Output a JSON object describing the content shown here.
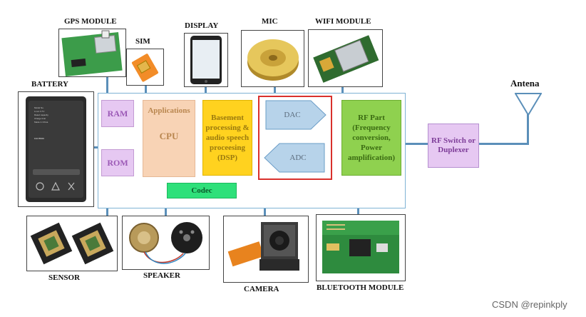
{
  "top_modules": {
    "gps": "GPS MODULE",
    "sim": "SIM",
    "display": "DISPLAY",
    "mic": "MIC",
    "wifi": "WIFI MODULE"
  },
  "left_module": {
    "battery": "BATTERY"
  },
  "bottom_modules": {
    "sensor": "SENSOR",
    "speaker": "SPEAKER",
    "camera": "CAMERA",
    "bluetooth": "BLUETOOTH MODULE"
  },
  "blocks": {
    "ram": "RAM",
    "rom": "ROM",
    "applications": "Applications",
    "cpu": "CPU",
    "dsp": "Basement processing & audio speech proceesing (DSP)",
    "dac": "DAC",
    "adc": "ADC",
    "rf_part": "RF Part (Frequency conversion, Power amplification)",
    "codec": "Codec",
    "rf_switch": "RF Switch or Duplexer",
    "antenna": "Antena"
  },
  "battery_text": {
    "lines": [
      "Model No.",
      "Li-ion 3.7V",
      "Rated capacity",
      "Charge limit",
      "Made in China"
    ],
    "caution": "CAUTION"
  },
  "watermark": "CSDN @repinkply",
  "colors": {
    "connector": "#5b8fb9",
    "highlight_border": "#d9302c",
    "main_border": "#7fb3d5"
  }
}
